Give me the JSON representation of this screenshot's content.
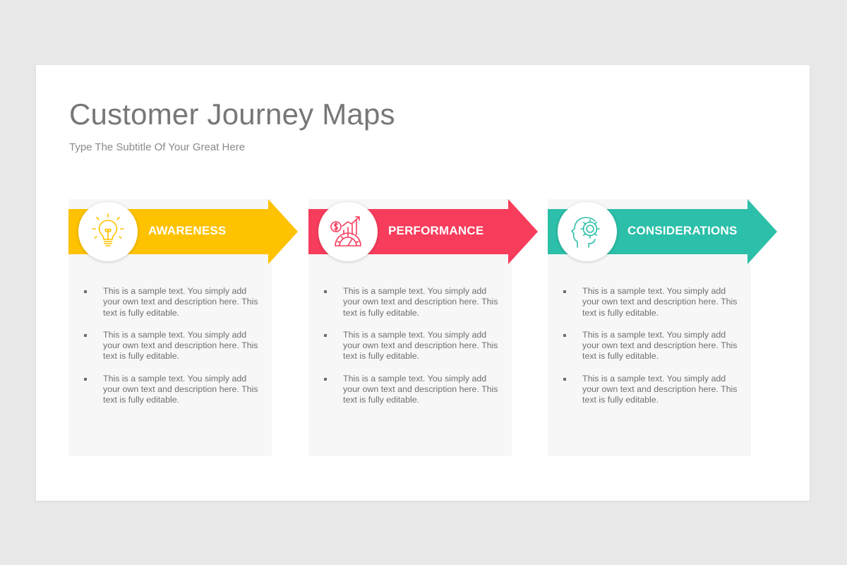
{
  "title": "Customer Journey Maps",
  "subtitle": "Type The Subtitle Of Your Great Here",
  "stages": [
    {
      "label": "AWARENESS",
      "color": "#fec200",
      "icon": "lightbulb-icon",
      "bullets": [
        "This is a sample text. You simply add your own text and description here. This text is fully editable.",
        "This is a sample text. You simply add your own text and description here. This text is fully editable.",
        "This is a sample text. You simply add your own text and description here. This text is fully editable."
      ]
    },
    {
      "label": "PERFORMANCE",
      "color": "#f73c5c",
      "icon": "growth-chart-gauge-icon",
      "bullets": [
        "This is a sample text. You simply add your own text and description here. This text is fully editable.",
        "This is a sample text. You simply add your own text and description here. This text is fully editable.",
        "This is a sample text. You simply add your own text and description here. This text is fully editable."
      ]
    },
    {
      "label": "CONSIDERATIONS",
      "color": "#2cbfa9",
      "icon": "head-gear-icon",
      "bullets": [
        "This is a sample text. You simply add your own text and description here. This text is fully editable.",
        "This is a sample text. You simply add your own text and description here. This text is fully editable.",
        "This is a sample text. You simply add your own text and description here. This text is fully editable."
      ]
    }
  ]
}
